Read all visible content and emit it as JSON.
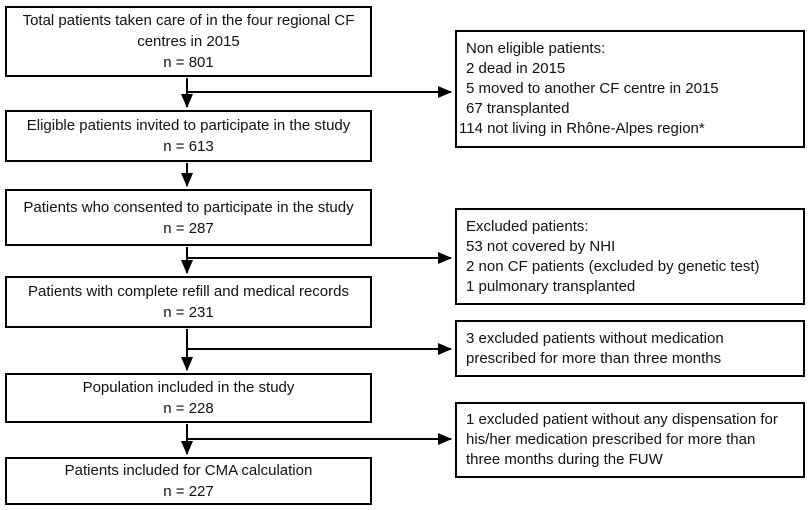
{
  "flow_boxes": [
    {
      "lines": [
        "Total patients taken care of in the four regional CF",
        "centres in 2015",
        "n = 801"
      ]
    },
    {
      "lines": [
        "Eligible patients invited to participate in the study",
        "n = 613"
      ]
    },
    {
      "lines": [
        "Patients who consented to participate in the study",
        "n = 287"
      ]
    },
    {
      "lines": [
        "Patients with complete refill and medical records",
        "n = 231"
      ]
    },
    {
      "lines": [
        "Population included in the study",
        "n = 228"
      ]
    },
    {
      "lines": [
        "Patients included for CMA calculation",
        "n = 227"
      ]
    }
  ],
  "side_boxes": [
    {
      "lines": [
        "Non eligible patients:",
        "2 dead in 2015",
        "5 moved to another CF centre in 2015",
        "67 transplanted",
        "114 not living in Rhône-Alpes region*"
      ]
    },
    {
      "lines": [
        "Excluded patients:",
        "53 not covered by NHI",
        "2 non CF patients (excluded by genetic test)",
        "1 pulmonary transplanted"
      ]
    },
    {
      "lines": [
        "3 excluded patients without medication",
        "prescribed for more than three months"
      ]
    },
    {
      "lines": [
        "1 excluded patient without any dispensation for",
        "his/her medication prescribed for more than",
        "three months during the FUW"
      ]
    }
  ],
  "colors": {
    "line": "#000000",
    "text": "#111111",
    "background": "#ffffff",
    "box_background": "#ffffff"
  }
}
